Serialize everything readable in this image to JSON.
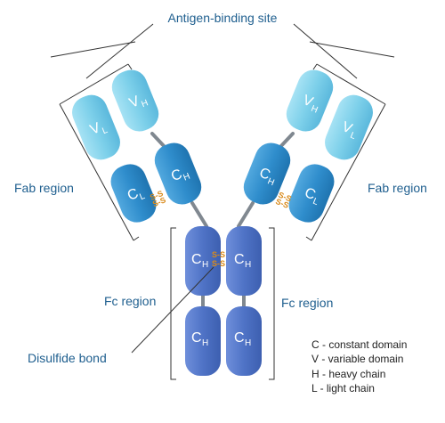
{
  "labels": {
    "antigen_binding_site": "Antigen-binding site",
    "fab_region_left": "Fab region",
    "fab_region_right": "Fab region",
    "fc_region_left": "Fc region",
    "fc_region_right": "Fc region",
    "disulfide_bond": "Disulfide bond"
  },
  "domains": {
    "v": "V",
    "c": "C",
    "h": "H",
    "l": "L"
  },
  "bond_symbol": "S-S",
  "legend": [
    "C - constant domain",
    "V - variable domain",
    "H - heavy chain",
    "L - light chain"
  ],
  "colors": {
    "light_variable": "#7dd0ea",
    "heavy_variable": "#7dd0ea",
    "constant_fab": "#2f8dcc",
    "fc_domain": "#4f73c6",
    "hinge": "#808890",
    "label": "#1f5f8f",
    "bond": "#d98a1a"
  }
}
